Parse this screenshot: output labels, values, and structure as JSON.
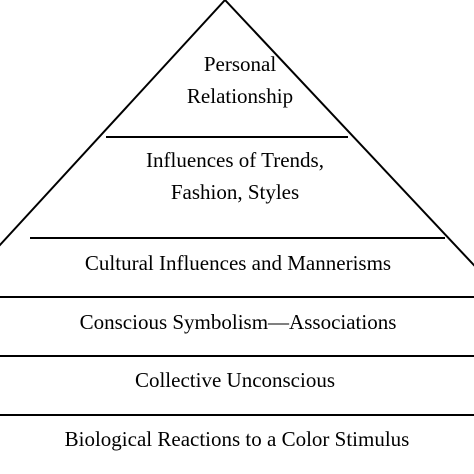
{
  "pyramid": {
    "levels": [
      {
        "lines": [
          "Personal",
          "Relationship"
        ]
      },
      {
        "lines": [
          "Influences of Trends,",
          "Fashion, Styles"
        ]
      },
      {
        "lines": [
          "Cultural Influences and Mannerisms"
        ]
      },
      {
        "lines": [
          "Conscious Symbolism—Associations"
        ]
      },
      {
        "lines": [
          "Collective Unconscious"
        ]
      },
      {
        "lines": [
          "Biological Reactions to a Color Stimulus"
        ]
      }
    ],
    "colors": {
      "line": "#000000",
      "text": "#000000",
      "background": "#ffffff"
    }
  }
}
